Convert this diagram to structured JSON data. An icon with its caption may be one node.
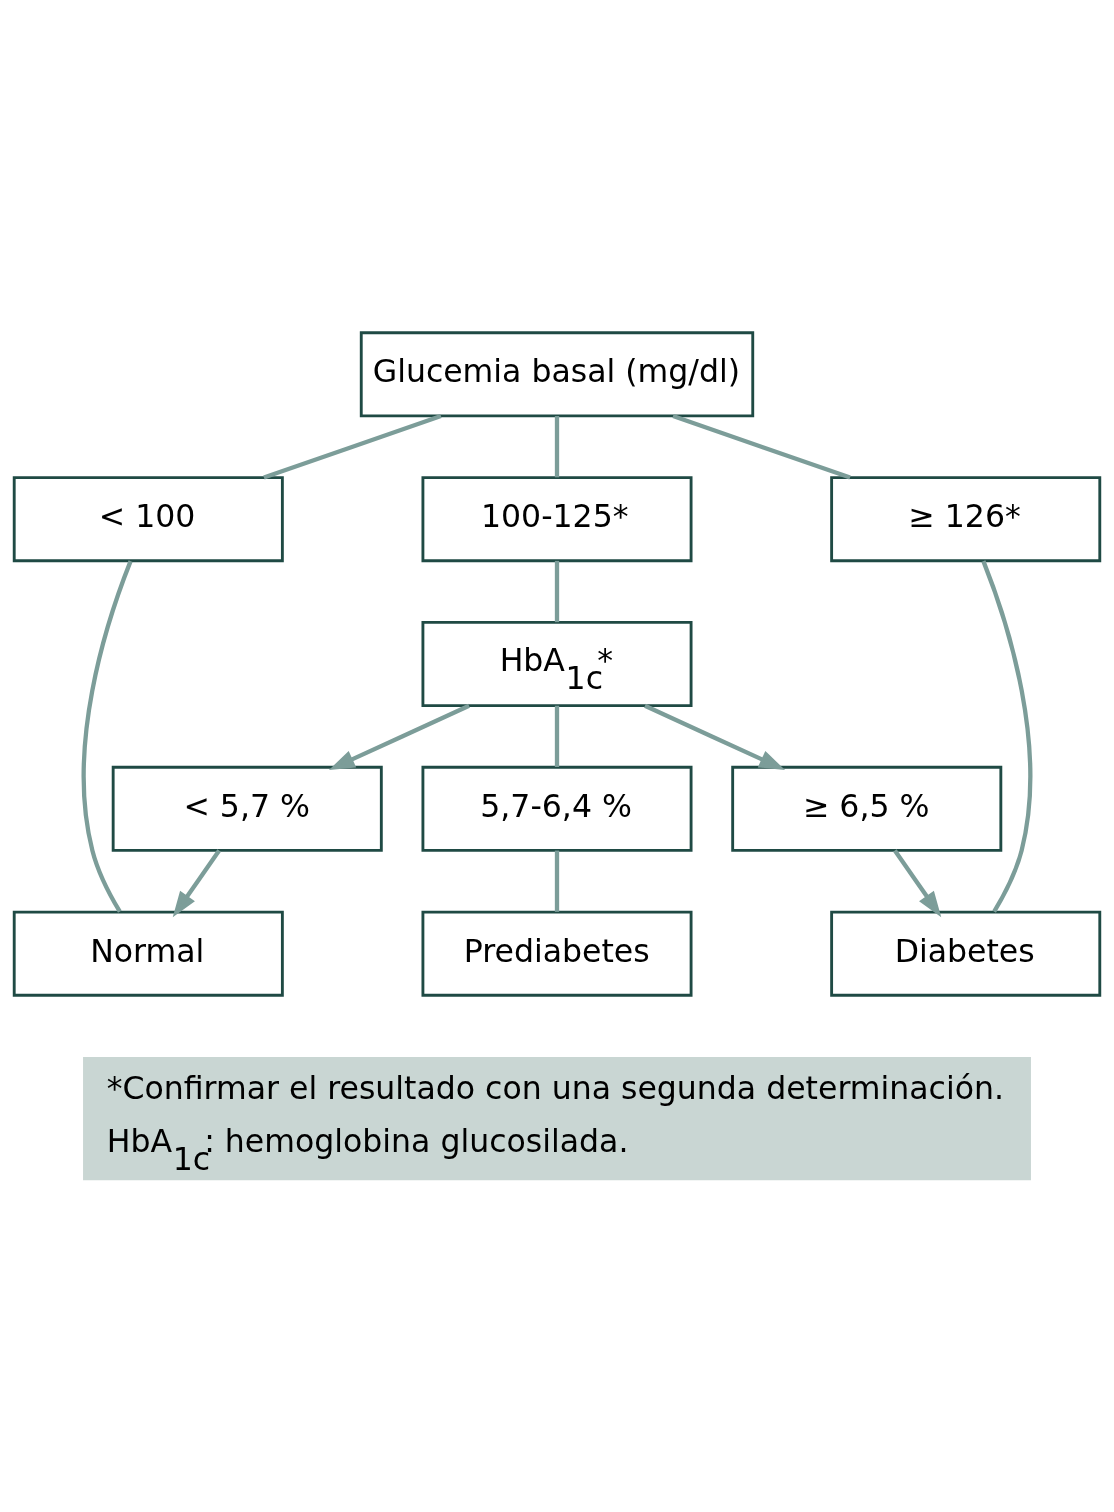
{
  "diagram": {
    "nodes": [
      {
        "text": [
          "Glucemia basal (mg/dl)"
        ]
      },
      {
        "text": [
          "< 100"
        ]
      },
      {
        "text": [
          "100-125*"
        ]
      },
      {
        "text": [
          "≥ 126*"
        ]
      },
      {
        "text": [
          "HbA$_{1c}$*"
        ]
      },
      {
        "text": [
          "< 5,7 %"
        ]
      },
      {
        "text": [
          "5,7-6,4 %"
        ]
      },
      {
        "text": [
          "≥ 6,5 %"
        ]
      },
      {
        "text": [
          "Normal"
        ]
      },
      {
        "text": [
          "Prediabetes"
        ]
      },
      {
        "text": [
          "Diabetes"
        ]
      }
    ],
    "edges": [
      {
        "from": 0,
        "to": 1,
        "arrow": "none"
      },
      {
        "from": 0,
        "to": 2,
        "arrow": "none"
      },
      {
        "from": 0,
        "to": 3,
        "arrow": "none"
      },
      {
        "from": 1,
        "to": 8,
        "arrow": "none"
      },
      {
        "from": 2,
        "to": 4,
        "arrow": "none"
      },
      {
        "from": 3,
        "to": 10,
        "arrow": "none"
      },
      {
        "from": 4,
        "to": 5,
        "arrow": "to"
      },
      {
        "from": 4,
        "to": 6,
        "arrow": "none"
      },
      {
        "from": 4,
        "to": 7,
        "arrow": "to"
      },
      {
        "from": 5,
        "to": 8,
        "arrow": "to"
      },
      {
        "from": 6,
        "to": 9,
        "arrow": "none"
      },
      {
        "from": 7,
        "to": 10,
        "arrow": "to"
      }
    ],
    "labels": [
      "*Confirmar el resultado con una segunda determinación.",
      "HbA$_{1c}$: hemoglobina glucosilada."
    ]
  }
}
